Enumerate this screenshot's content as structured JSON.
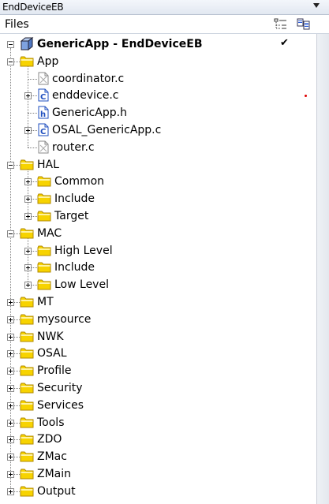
{
  "config_bar": {
    "label": "EndDeviceEB",
    "dropdown_icon": "chevron-down-icon"
  },
  "header": {
    "title": "Files",
    "icons": [
      "options-icon",
      "overview-icon"
    ]
  },
  "tree": [
    {
      "label": "GenericApp - EndDeviceEB",
      "kind": "project",
      "depth": 0,
      "toggle": "minus",
      "checked": true
    },
    {
      "label": "App",
      "kind": "folder",
      "depth": 1,
      "toggle": "minus"
    },
    {
      "label": "coordinator.c",
      "kind": "file-excluded",
      "depth": 2,
      "toggle": null
    },
    {
      "label": "enddevice.c",
      "kind": "c-file",
      "depth": 2,
      "toggle": "plus",
      "marker": true
    },
    {
      "label": "GenericApp.h",
      "kind": "h-file",
      "depth": 2,
      "toggle": null
    },
    {
      "label": "OSAL_GenericApp.c",
      "kind": "c-file",
      "depth": 2,
      "toggle": "plus"
    },
    {
      "label": "router.c",
      "kind": "file-excluded",
      "depth": 2,
      "toggle": null
    },
    {
      "label": "HAL",
      "kind": "folder",
      "depth": 1,
      "toggle": "minus"
    },
    {
      "label": "Common",
      "kind": "folder",
      "depth": 2,
      "toggle": "plus"
    },
    {
      "label": "Include",
      "kind": "folder",
      "depth": 2,
      "toggle": "plus"
    },
    {
      "label": "Target",
      "kind": "folder",
      "depth": 2,
      "toggle": "plus"
    },
    {
      "label": "MAC",
      "kind": "folder",
      "depth": 1,
      "toggle": "minus"
    },
    {
      "label": "High Level",
      "kind": "folder",
      "depth": 2,
      "toggle": "plus"
    },
    {
      "label": "Include",
      "kind": "folder",
      "depth": 2,
      "toggle": "plus"
    },
    {
      "label": "Low Level",
      "kind": "folder",
      "depth": 2,
      "toggle": "plus"
    },
    {
      "label": "MT",
      "kind": "folder",
      "depth": 1,
      "toggle": "plus"
    },
    {
      "label": "mysource",
      "kind": "folder",
      "depth": 1,
      "toggle": "plus"
    },
    {
      "label": "NWK",
      "kind": "folder",
      "depth": 1,
      "toggle": "plus"
    },
    {
      "label": "OSAL",
      "kind": "folder",
      "depth": 1,
      "toggle": "plus"
    },
    {
      "label": "Profile",
      "kind": "folder",
      "depth": 1,
      "toggle": "plus"
    },
    {
      "label": "Security",
      "kind": "folder",
      "depth": 1,
      "toggle": "plus"
    },
    {
      "label": "Services",
      "kind": "folder",
      "depth": 1,
      "toggle": "plus"
    },
    {
      "label": "Tools",
      "kind": "folder",
      "depth": 1,
      "toggle": "plus"
    },
    {
      "label": "ZDO",
      "kind": "folder",
      "depth": 1,
      "toggle": "plus"
    },
    {
      "label": "ZMac",
      "kind": "folder",
      "depth": 1,
      "toggle": "plus"
    },
    {
      "label": "ZMain",
      "kind": "folder",
      "depth": 1,
      "toggle": "plus"
    },
    {
      "label": "Output",
      "kind": "folder",
      "depth": 1,
      "toggle": "plus"
    }
  ],
  "colors": {
    "folder": "#f7d300",
    "folder_edge": "#b08a00",
    "c_file": "#1f4fbf",
    "marker": "#e00000"
  },
  "symbols": {
    "check": "✔",
    "c_letter": "C",
    "h_letter": "h"
  }
}
